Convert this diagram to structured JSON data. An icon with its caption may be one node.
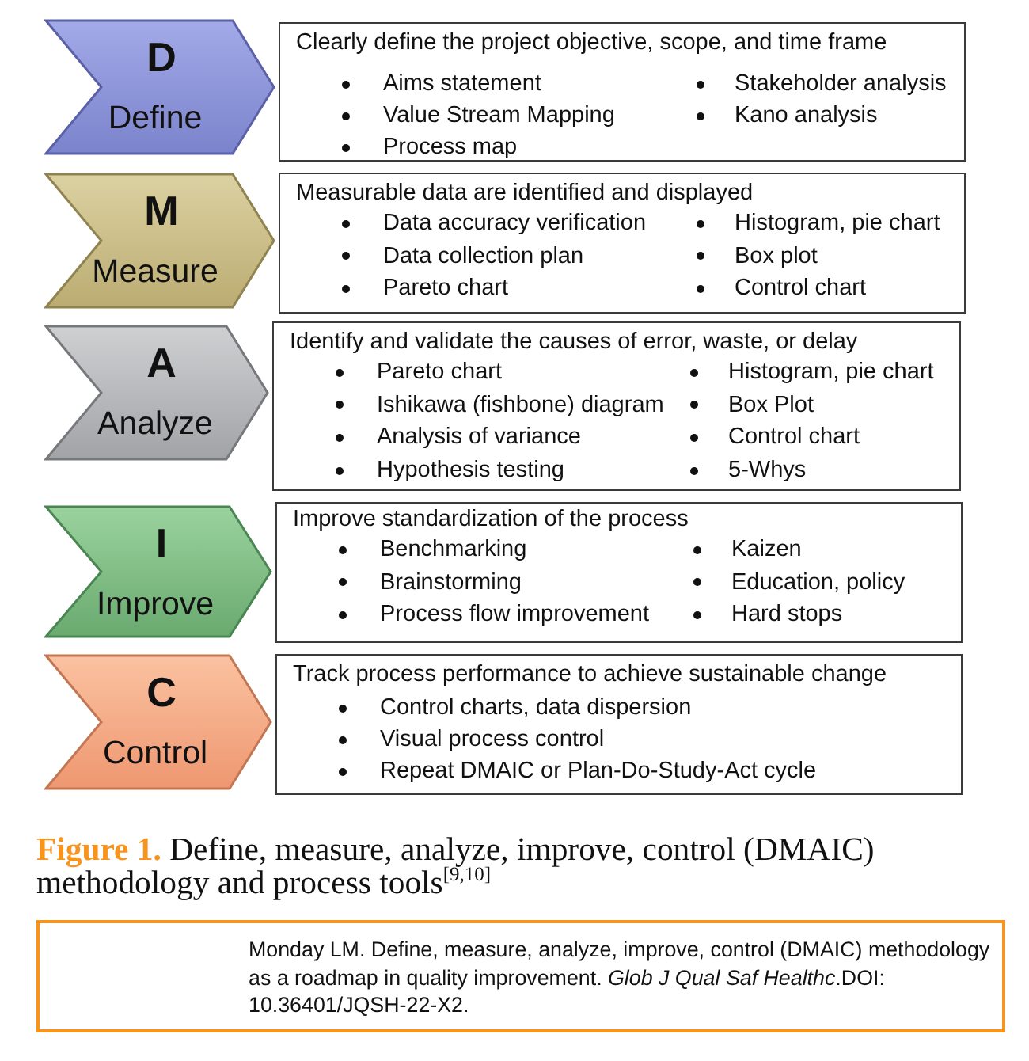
{
  "diagram": {
    "caption": "**Figure 1.** Define, measure, analyze, improve, control (DMAIC) methodology and process tools$^{[9,10]}$",
    "nodes": [
      {
        "text": [
          "D",
          "Define"
        ]
      },
      {
        "text": [
          "Clearly define the project objective, scope, and time frame",
          "Aims statement",
          "Value Stream Mapping",
          "Process map",
          "Stakeholder analysis",
          "Kano analysis"
        ]
      },
      {
        "text": [
          "M",
          "Measure"
        ]
      },
      {
        "text": [
          "Measurable data are identified and displayed",
          "Data accuracy verification",
          "Data collection plan",
          "Pareto chart",
          "Histogram, pie chart",
          "Box plot",
          "Control chart"
        ]
      },
      {
        "text": [
          "A",
          "Analyze"
        ]
      },
      {
        "text": [
          "Identify and validate the causes of error, waste, or delay",
          "Pareto chart",
          "Ishikawa (fishbone) diagram",
          "Analysis of variance",
          "Hypothesis testing",
          "Histogram, pie chart",
          "Box Plot",
          "Control chart",
          "5-Whys"
        ]
      },
      {
        "text": [
          "I",
          "Improve"
        ]
      },
      {
        "text": [
          "Improve standardization of the process",
          "Benchmarking",
          "Brainstorming",
          "Process flow improvement",
          "Kaizen",
          "Education, policy",
          "Hard stops"
        ]
      },
      {
        "text": [
          "C",
          "Control"
        ]
      },
      {
        "text": [
          "Track process performance to achieve sustainable change",
          "Control charts, data dispersion",
          "Visual process control",
          "Repeat DMAIC or Plan-Do-Study-Act cycle"
        ]
      },
      {
        "text": [
          "Monday LM. Define, measure, analyze, improve, control (DMAIC) methodology as a roadmap in quality improvement. *Glob J Qual Saf Healthc*.DOI: 10.36401/JQSH-22-X2."
        ]
      }
    ]
  }
}
